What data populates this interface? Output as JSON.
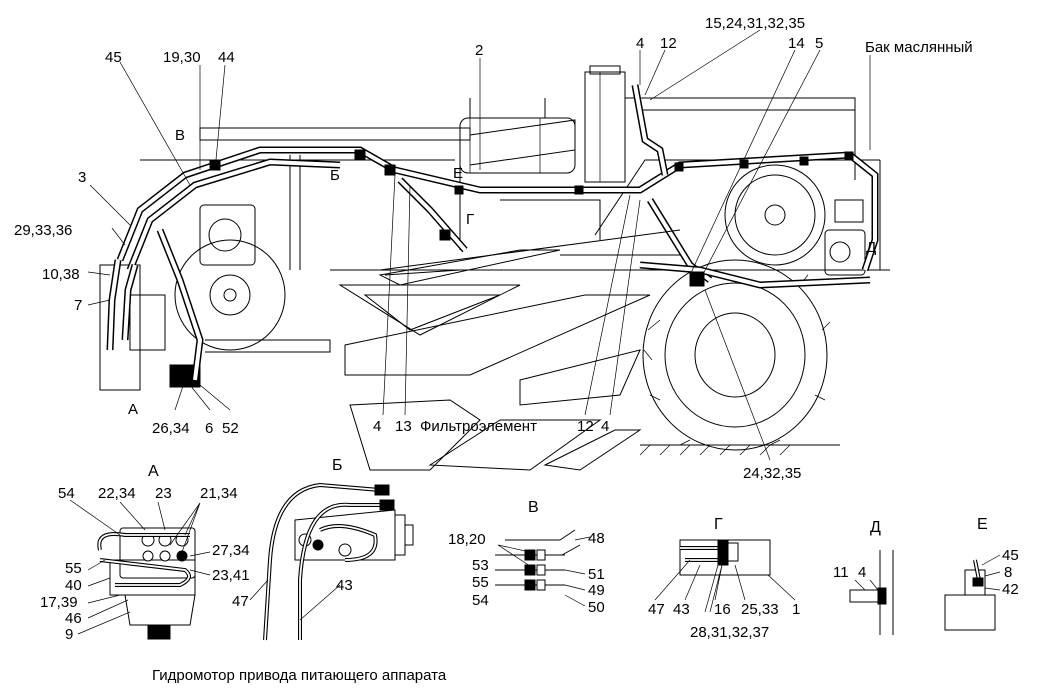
{
  "main_view": {
    "tank_label": "Бак маслянный",
    "filter_label": "Фильтроэлемент",
    "view_markers": {
      "A": "А",
      "B": "Б",
      "V": "В",
      "G": "Г",
      "D": "Д",
      "E": "Е"
    },
    "callouts": {
      "c45": "45",
      "c19_30": "19,30",
      "c44": "44",
      "c2": "2",
      "c4_top": "4",
      "c12_top": "12",
      "c15": "15,24,31,32,35",
      "c14": "14",
      "c5": "5",
      "c3": "3",
      "c29": "29,33,36",
      "c10": "10,38",
      "c7": "7",
      "c26": "26,34",
      "c6": "6",
      "c52": "52",
      "c4_bl": "4",
      "c13": "13",
      "c12_br": "12",
      "c4_br": "4",
      "c24": "24,32,35"
    }
  },
  "view_a": {
    "title": "А",
    "callouts": {
      "c54": "54",
      "c22": "22,34",
      "c23": "23",
      "c21": "21,34",
      "c27": "27,34",
      "c23_41": "23,41",
      "c55": "55",
      "c40": "40",
      "c17": "17,39",
      "c46": "46",
      "c9": "9"
    }
  },
  "view_b": {
    "title": "Б",
    "callouts": {
      "c47": "47",
      "c43": "43"
    },
    "caption": "Гидромотор привода питающего аппарата"
  },
  "view_v": {
    "title": "В",
    "callouts": {
      "c18": "18,20",
      "c53": "53",
      "c55": "55",
      "c54": "54",
      "c48": "48",
      "c51": "51",
      "c49": "49",
      "c50": "50"
    }
  },
  "view_g": {
    "title": "Г",
    "callouts": {
      "c47": "47",
      "c43": "43",
      "c16": "16",
      "c25": "25,33",
      "c1": "1",
      "c28": "28,31,32,37"
    }
  },
  "view_d": {
    "title": "Д",
    "callouts": {
      "c11": "11",
      "c4": "4"
    }
  },
  "view_e": {
    "title": "Е",
    "callouts": {
      "c45": "45",
      "c8": "8",
      "c42": "42"
    }
  }
}
